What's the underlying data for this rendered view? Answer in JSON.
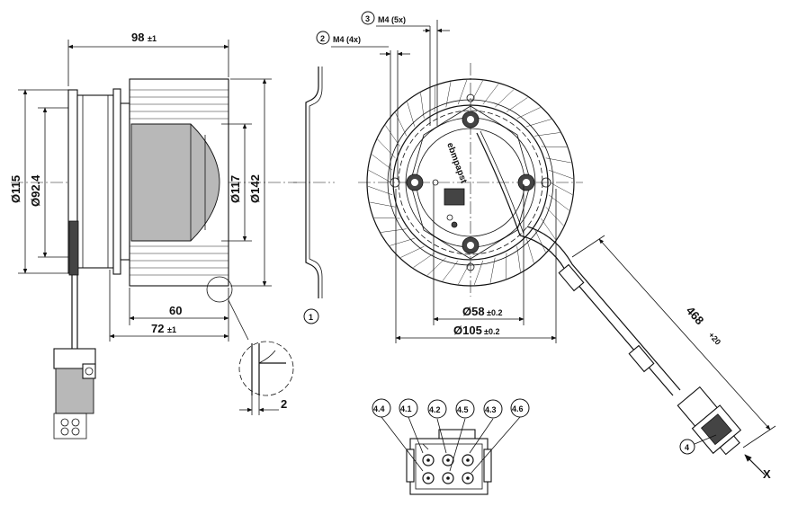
{
  "side_view": {
    "overall_length": "98",
    "overall_length_tol": "±1",
    "diameter_outer_flange": "Ø115",
    "diameter_inner_flange": "Ø92.4",
    "diameter_impeller": "Ø117",
    "diameter_housing": "Ø142",
    "length_impeller": "60",
    "length_total": "72",
    "length_total_tol": "±1"
  },
  "detail_view": {
    "thickness": "2",
    "callout": "1"
  },
  "front_view": {
    "hole_callout_3_num": "3",
    "hole_callout_3": "M4 (5x)",
    "hole_callout_2_num": "2",
    "hole_callout_2": "M4 (4x)",
    "diameter_inner": "Ø58",
    "diameter_inner_tol": "±0.2",
    "diameter_outer": "Ø105",
    "diameter_outer_tol": "±0.2",
    "cable_length": "468",
    "cable_length_tol": "+20",
    "connector_callout": "4",
    "view_marker": "X",
    "brand": "ebmpapst"
  },
  "connector_pins": [
    "4.4",
    "4.1",
    "4.2",
    "4.5",
    "4.3",
    "4.6"
  ]
}
